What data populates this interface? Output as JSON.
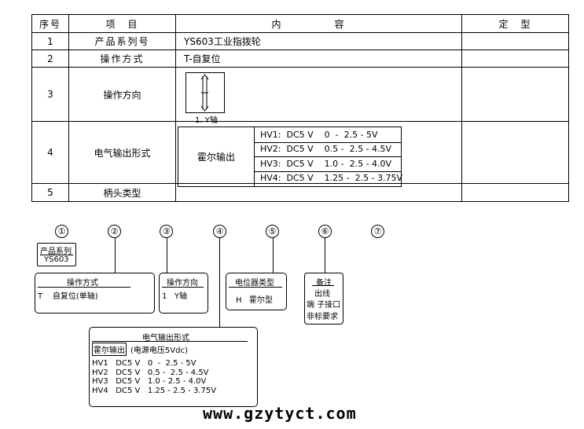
{
  "table": {
    "headers": [
      "序号",
      "项　目",
      "内　容",
      "定　型"
    ],
    "rows": [
      {
        "no": "1",
        "item": "产品系列号",
        "content": "YS603工业指拨轮",
        "type": ""
      },
      {
        "no": "2",
        "item": "操作方式",
        "content": "T-自复位",
        "type": ""
      },
      {
        "no": "3",
        "item": "操作方向",
        "content": "",
        "type": ""
      },
      {
        "no": "4",
        "item": "电气输出形式",
        "content": "",
        "type": ""
      },
      {
        "no": "5",
        "item": "柄头类型",
        "content": "",
        "type": ""
      }
    ],
    "direction_label": "1. Y轴",
    "hall": {
      "name": "霍尔输出",
      "rows": [
        "HV1:  DC5 V    0  -  2.5 - 5V",
        "HV2:  DC5 V    0.5 -  2.5 - 4.5V",
        "HV3:  DC5 V    1.0 -  2.5 - 4.0V",
        "HV4:  DC5 V    1.25 -  2.5 - 3.75V"
      ]
    }
  },
  "diagram": {
    "numbers": [
      "①",
      "②",
      "③",
      "④",
      "⑤",
      "⑥",
      "⑦"
    ],
    "series_box": {
      "title": "产品系列",
      "value": "YS603"
    },
    "operation_box": {
      "title": "操作方式",
      "value": "T    自复位(单轴)"
    },
    "direction_box": {
      "title": "操作方向",
      "value": "1   Y轴"
    },
    "potentiometer_box": {
      "title": "电位器类型",
      "value": "H   霍尔型"
    },
    "remarks_box": {
      "title": "备注",
      "lines": [
        "出线",
        "端 子接口",
        "非标要求"
      ]
    },
    "output_box": {
      "title": "电气输出形式",
      "hall_label": "霍尔输出",
      "hall_note": "(电源电压5Vdc)",
      "rows": [
        "HV1   DC5 V   0  -  2.5 - 5V",
        "HV2   DC5 V   0.5 -  2.5 - 4.5V",
        "HV3   DC5 V   1.0 - 2.5 - 4.0V",
        "HV4   DC5 V   1.25 - 2.5 - 3.75V"
      ]
    }
  },
  "website": "www.gzytyct.com"
}
